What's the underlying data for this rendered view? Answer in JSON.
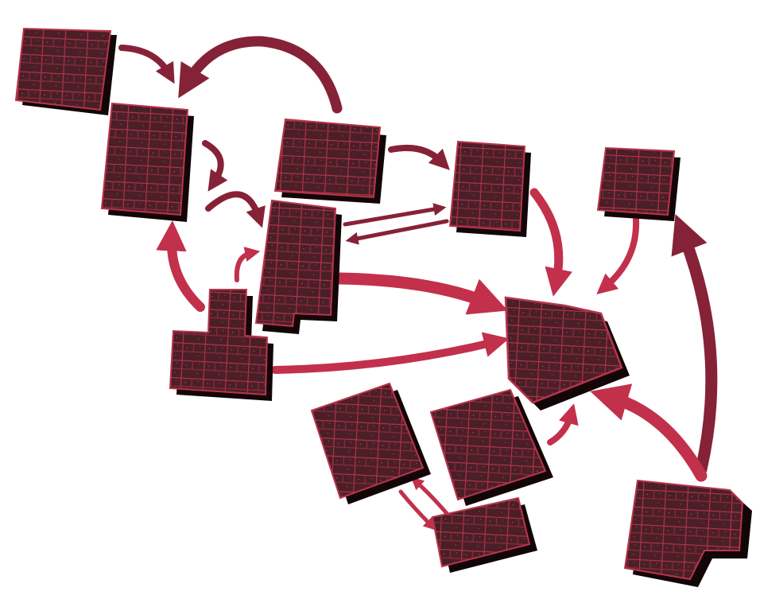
{
  "colors": {
    "background": "#ffffff",
    "block_fill": "#4a1f27",
    "block_shadow": "#130608",
    "street": "#c0374f",
    "arrow_dark": "#862237",
    "arrow_light": "#c2304c"
  },
  "blocks": [
    {
      "id": "block-a",
      "shape": "rect"
    },
    {
      "id": "block-b",
      "shape": "rect"
    },
    {
      "id": "block-c",
      "shape": "rect"
    },
    {
      "id": "block-d",
      "shape": "rect"
    },
    {
      "id": "block-e",
      "shape": "rect"
    },
    {
      "id": "block-f",
      "shape": "notched-rect"
    },
    {
      "id": "block-g",
      "shape": "t-shape"
    },
    {
      "id": "block-h",
      "shape": "cut-corner"
    },
    {
      "id": "block-i",
      "shape": "rect"
    },
    {
      "id": "block-j",
      "shape": "rect"
    },
    {
      "id": "block-k",
      "shape": "rect"
    },
    {
      "id": "block-l",
      "shape": "notched-rect"
    }
  ],
  "arrows": [
    {
      "from": "block-a",
      "to": "block-b",
      "tone": "dark"
    },
    {
      "from": "block-c",
      "to": "block-b",
      "tone": "dark"
    },
    {
      "from": "block-b",
      "to": "block-b",
      "tone": "dark"
    },
    {
      "from": "block-b",
      "to": "block-f",
      "tone": "dark"
    },
    {
      "from": "block-c",
      "to": "block-d",
      "tone": "dark"
    },
    {
      "from": "block-f",
      "to": "block-d",
      "tone": "dark"
    },
    {
      "from": "block-d",
      "to": "block-f",
      "tone": "dark"
    },
    {
      "from": "block-d",
      "to": "block-h",
      "tone": "light"
    },
    {
      "from": "block-e",
      "to": "block-h",
      "tone": "light"
    },
    {
      "from": "block-f",
      "to": "block-h",
      "tone": "light"
    },
    {
      "from": "block-g",
      "to": "block-h",
      "tone": "light"
    },
    {
      "from": "block-g",
      "to": "block-b",
      "tone": "light"
    },
    {
      "from": "block-g",
      "to": "block-f",
      "tone": "light"
    },
    {
      "from": "block-l",
      "to": "block-e",
      "tone": "dark"
    },
    {
      "from": "block-l",
      "to": "block-h",
      "tone": "light"
    },
    {
      "from": "block-j",
      "to": "block-h",
      "tone": "light"
    },
    {
      "from": "block-k",
      "to": "block-i",
      "tone": "light"
    },
    {
      "from": "block-i",
      "to": "block-k",
      "tone": "light"
    }
  ]
}
